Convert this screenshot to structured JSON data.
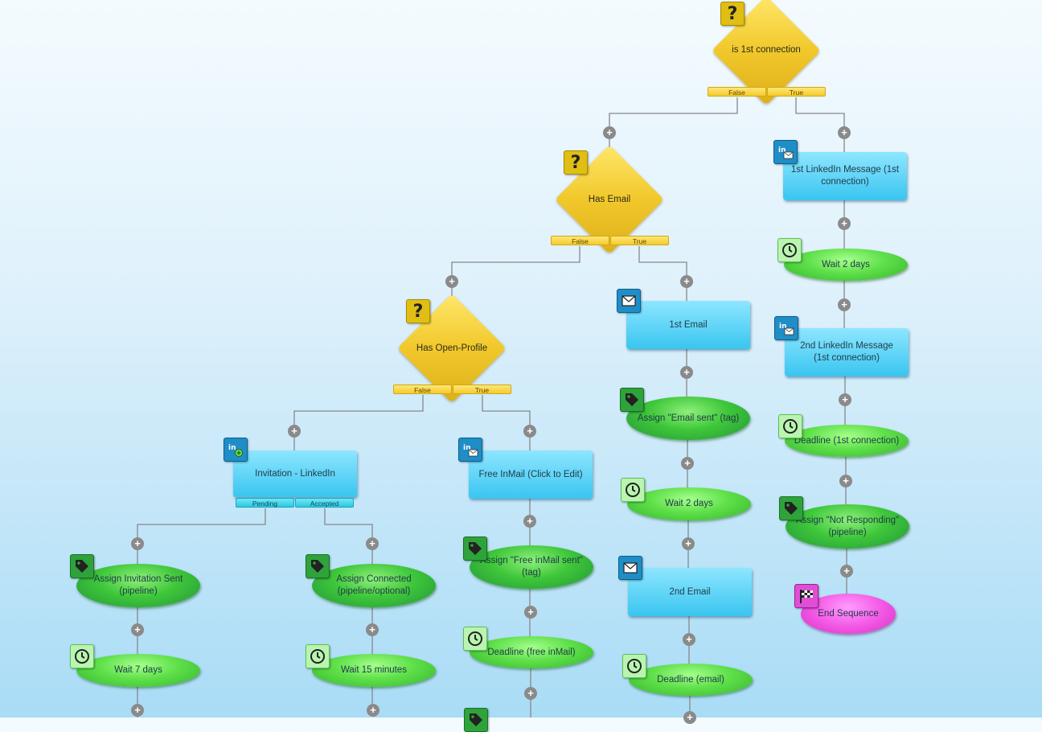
{
  "decisions": [
    {
      "id": "d1",
      "label": "is 1st connection",
      "false_label": "False",
      "true_label": "True"
    },
    {
      "id": "d2",
      "label": "Has Email",
      "false_label": "False",
      "true_label": "True"
    },
    {
      "id": "d3",
      "label": "Has Open-Profile",
      "false_label": "False",
      "true_label": "True"
    }
  ],
  "invitation": {
    "label": "Invitation - LinkedIn",
    "pending_label": "Pending",
    "accepted_label": "Accepted"
  },
  "tasks": {
    "li_msg_1": "1st LinkedIn Message (1st connection)",
    "li_msg_2": "2nd LinkedIn Message (1st connection)",
    "email_1": "1st Email",
    "email_2": "2nd Email",
    "free_inmail": "Free InMail (Click to Edit)"
  },
  "steps": {
    "wait_2_days_a": "Wait 2 days",
    "deadline_1st": "Deadline (1st connection)",
    "assign_not_responding": "Assign \"Not Responding\" (pipeline)",
    "end_sequence": "End Sequence",
    "assign_email_sent": "Assign \"Email sent\" (tag)",
    "wait_2_days_b": "Wait 2 days",
    "deadline_email": "Deadline (email)",
    "assign_free_inmail": "Assign \"Free inMail sent\" (tag)",
    "deadline_free_inmail": "Deadline (free inMail)",
    "assign_invitation_sent": "Assign Invitation Sent (pipeline)",
    "wait_7_days": "Wait 7 days",
    "assign_connected": "Assign Connected (pipeline/optional)",
    "wait_15_minutes": "Wait 15 minutes"
  },
  "add_symbol": "+",
  "question_symbol": "?",
  "colors": {
    "task": "#39c5f0",
    "decision": "#f1c82b",
    "action": "#35b52b",
    "end": "#f45ae6",
    "connector": "#8a8a8a"
  }
}
